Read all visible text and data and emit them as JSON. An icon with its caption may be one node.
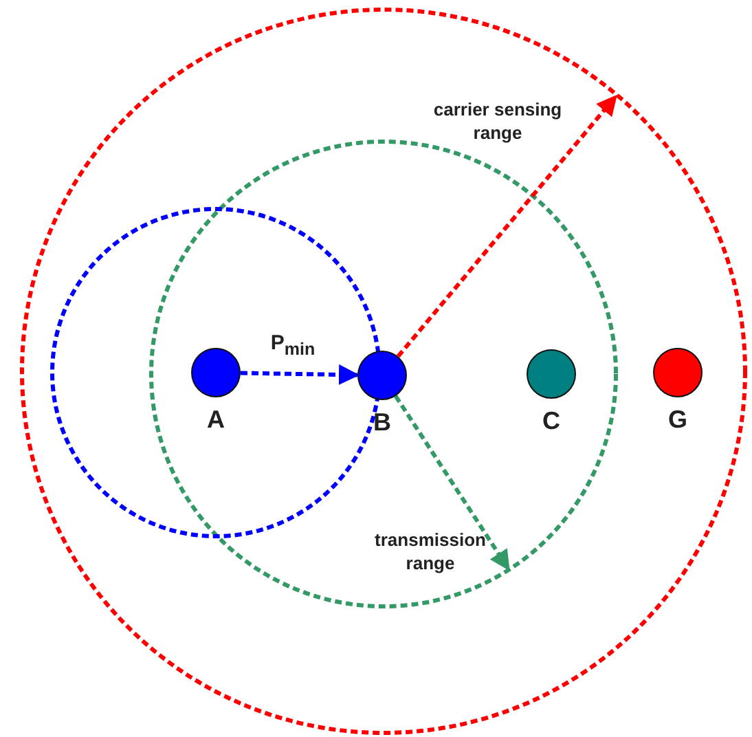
{
  "diagram": {
    "nodes": [
      {
        "text": [],
        "shape": "circle",
        "beside": [
          "A"
        ]
      },
      {
        "text": [],
        "shape": "circle",
        "beside": [
          "B"
        ]
      },
      {
        "text": [],
        "shape": "circle",
        "beside": [
          "C"
        ]
      },
      {
        "text": [],
        "shape": "circle",
        "beside": [
          "G"
        ]
      }
    ],
    "edges": [
      {
        "from": 0,
        "to": 1,
        "arrow": "to",
        "label": "P$_{min}$",
        "style": "dashed",
        "color": "#0000ff"
      },
      {
        "from": 1,
        "to": null,
        "arrow": "to",
        "label": "carrier sensing range",
        "style": "dashed",
        "color": "#ff0000"
      },
      {
        "from": 1,
        "to": null,
        "arrow": "to",
        "label": "transmission range",
        "style": "dashed",
        "color": "#339966"
      }
    ]
  }
}
